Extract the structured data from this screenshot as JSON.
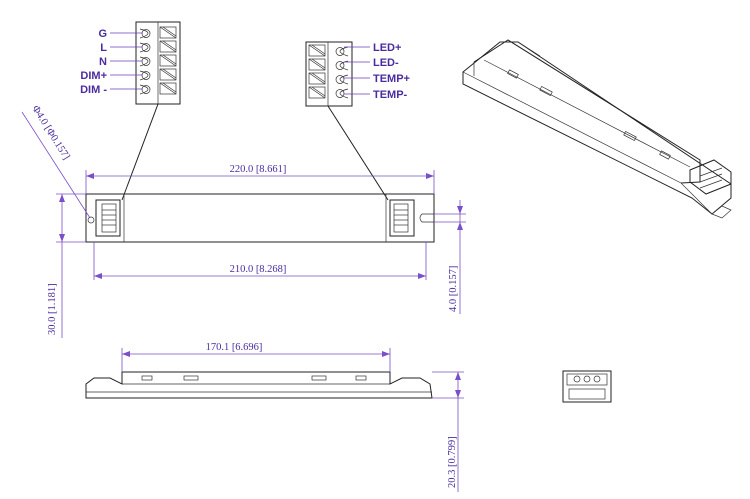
{
  "terminal_block_left": {
    "labels": [
      "G",
      "L",
      "N",
      "DIM+",
      "DIM -"
    ]
  },
  "terminal_block_right": {
    "labels": [
      "LED+",
      "LED-",
      "TEMP+",
      "TEMP-"
    ]
  },
  "dimensions": {
    "hole_diameter": "Φ4.0 [Φ0.157]",
    "overall_length": "220.0 [8.661]",
    "mounting_length": "210.0 [8.268]",
    "width": "30.0 [1.181]",
    "slot_width": "4.0 [0.157]",
    "side_length": "170.1 [6.696]",
    "height": "20.3 [0.799]"
  },
  "colors": {
    "annotation": "#4b2c9e",
    "dimension_line": "#7a4fc8",
    "drawing_line": "#222222"
  }
}
